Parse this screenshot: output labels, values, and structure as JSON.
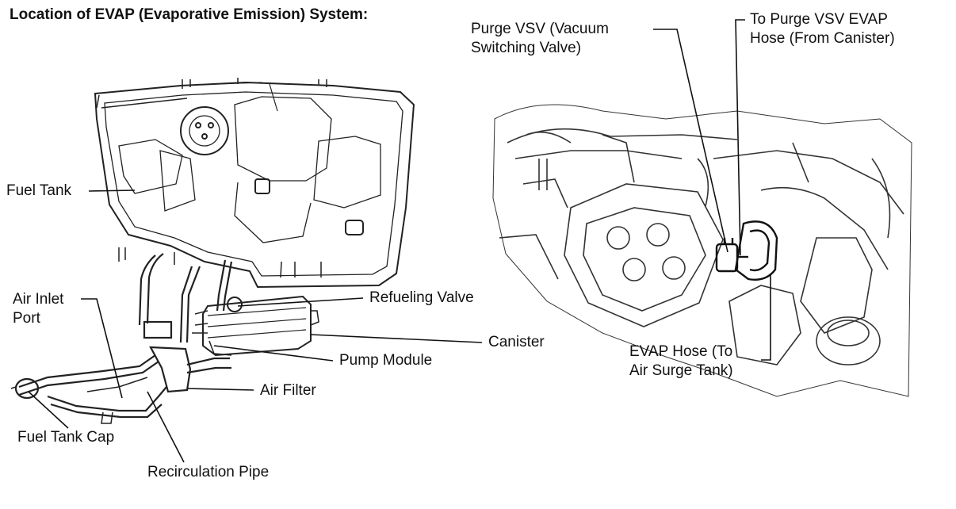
{
  "title": "Location of EVAP (Evaporative Emission) System:",
  "left_labels": {
    "fuel_tank": "Fuel Tank",
    "air_inlet_port_1": "Air Inlet",
    "air_inlet_port_2": "Port",
    "fuel_tank_cap": "Fuel Tank Cap",
    "recirculation_pipe": "Recirculation Pipe",
    "air_filter": "Air Filter",
    "pump_module": "Pump Module",
    "canister": "Canister",
    "refueling_valve": "Refueling Valve"
  },
  "right_labels": {
    "purge_vsv_1": "Purge VSV (Vacuum",
    "purge_vsv_2": "Switching Valve)",
    "to_purge_vsv_1": "To Purge VSV EVAP",
    "to_purge_vsv_2": "Hose (From Canister)",
    "evap_hose_1": "EVAP Hose (To",
    "evap_hose_2": "Air Surge Tank)"
  }
}
